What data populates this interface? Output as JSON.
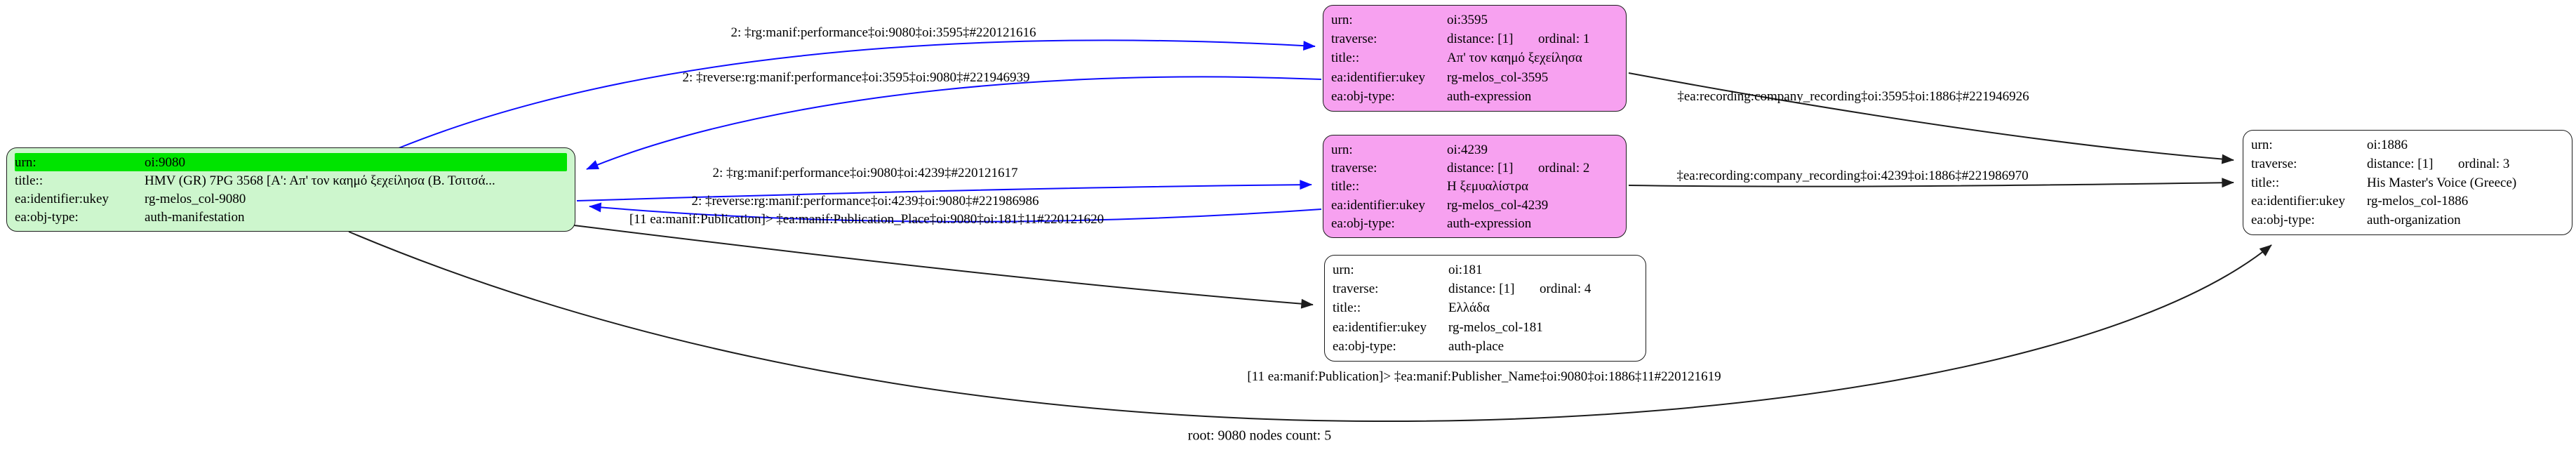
{
  "graph": {
    "root_label": "root: 9080 nodes count: 5",
    "colors": {
      "edge_blue": "#0d0dff",
      "edge_black": "#1c1c1c",
      "green_header": "#00e400",
      "green_body": "#cdf6cd",
      "pink_body": "#f7a1f0",
      "white_body": "#ffffff"
    }
  },
  "nodes": [
    {
      "id": "oi:9080",
      "fill": "#cdf6cd",
      "rows": [
        {
          "key": "urn:",
          "value": "oi:9080",
          "highlight": true
        },
        {
          "key": "title::",
          "value": "HMV (GR) 7PG 3568 [Α':  Απ' τον καημό ξεχείλησα (Β. Τσιτσά..."
        },
        {
          "key": "ea:identifier:ukey",
          "value": "rg-melos_col-9080"
        },
        {
          "key": "ea:obj-type:",
          "value": "auth-manifestation"
        }
      ]
    },
    {
      "id": "oi:3595",
      "fill": "#f7a1f0",
      "rows": [
        {
          "key": "urn:",
          "value": "oi:3595"
        },
        {
          "key": "traverse:",
          "value": "distance: [1]",
          "value2": "ordinal: 1"
        },
        {
          "key": "title::",
          "value": "Απ' τον καημό ξεχείλησα"
        },
        {
          "key": "ea:identifier:ukey",
          "value": "rg-melos_col-3595"
        },
        {
          "key": "ea:obj-type:",
          "value": "auth-expression"
        }
      ]
    },
    {
      "id": "oi:4239",
      "fill": "#f7a1f0",
      "rows": [
        {
          "key": "urn:",
          "value": "oi:4239"
        },
        {
          "key": "traverse:",
          "value": "distance: [1]",
          "value2": "ordinal: 2"
        },
        {
          "key": "title::",
          "value": "Η ξεμυαλίστρα"
        },
        {
          "key": "ea:identifier:ukey",
          "value": "rg-melos_col-4239"
        },
        {
          "key": "ea:obj-type:",
          "value": "auth-expression"
        }
      ]
    },
    {
      "id": "oi:181",
      "fill": "#ffffff",
      "rows": [
        {
          "key": "urn:",
          "value": "oi:181"
        },
        {
          "key": "traverse:",
          "value": "distance: [1]",
          "value2": "ordinal: 4"
        },
        {
          "key": "title::",
          "value": "Ελλάδα"
        },
        {
          "key": "ea:identifier:ukey",
          "value": "rg-melos_col-181"
        },
        {
          "key": "ea:obj-type:",
          "value": "auth-place"
        }
      ]
    },
    {
      "id": "oi:1886",
      "fill": "#ffffff",
      "rows": [
        {
          "key": "urn:",
          "value": "oi:1886"
        },
        {
          "key": "traverse:",
          "value": "distance: [1]",
          "value2": "ordinal: 3"
        },
        {
          "key": "title::",
          "value": "His Master's Voice (Greece)"
        },
        {
          "key": "ea:identifier:ukey",
          "value": "rg-melos_col-1886"
        },
        {
          "key": "ea:obj-type:",
          "value": "auth-organization"
        }
      ]
    }
  ],
  "edge_labels": [
    {
      "text": "2: ‡rg:manif:performance‡oi:9080‡oi:3595‡#220121616",
      "color": "blue"
    },
    {
      "text": "2: ‡reverse:rg:manif:performance‡oi:3595‡oi:9080‡#221946939",
      "color": "blue"
    },
    {
      "text": "2: ‡rg:manif:performance‡oi:9080‡oi:4239‡#220121617",
      "color": "blue"
    },
    {
      "text": "2: ‡reverse:rg:manif:performance‡oi:4239‡oi:9080‡#221986986",
      "color": "blue"
    },
    {
      "text": "[11 ea:manif:Publication]> ‡ea:manif:Publication_Place‡oi:9080‡oi:181‡11#220121620",
      "color": "black"
    },
    {
      "text": "‡ea:recording:company_recording‡oi:3595‡oi:1886‡#221946926",
      "color": "black"
    },
    {
      "text": "‡ea:recording:company_recording‡oi:4239‡oi:1886‡#221986970",
      "color": "black"
    },
    {
      "text": "[11 ea:manif:Publication]> ‡ea:manif:Publisher_Name‡oi:9080‡oi:1886‡11#220121619",
      "color": "black"
    }
  ]
}
